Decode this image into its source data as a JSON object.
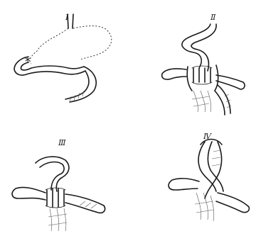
{
  "panels": [
    {
      "id": "panel-1",
      "label": "Ⅰ"
    },
    {
      "id": "panel-2",
      "label": "Ⅱ"
    },
    {
      "id": "panel-3",
      "label": "Ⅲ"
    },
    {
      "id": "panel-4",
      "label": "Ⅳ"
    }
  ]
}
